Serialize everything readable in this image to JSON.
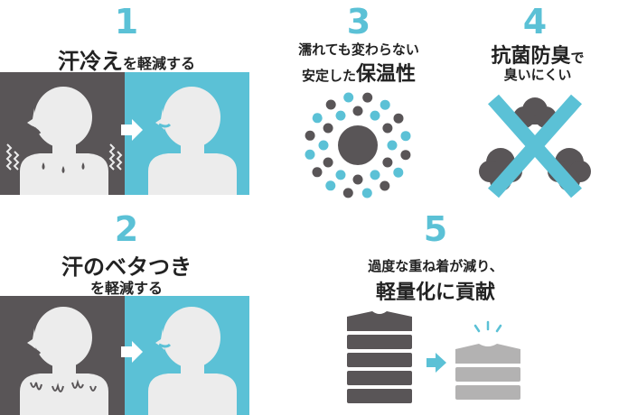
{
  "colors": {
    "teal": "#5bc1d6",
    "dark": "#595557",
    "light_person": "#ececec",
    "gray_cloth": "#b3b2b2"
  },
  "item1": {
    "number": "1",
    "title_main": "汗冷え",
    "title_sub": "を軽減する"
  },
  "item2": {
    "number": "2",
    "title_line1": "汗のベタつき",
    "title_line2": "を軽減する"
  },
  "item3": {
    "number": "3",
    "title_line1": "濡れても変わらない",
    "title_line2_prefix": "安定した",
    "title_line2_main": "保温性"
  },
  "item4": {
    "number": "4",
    "title_main": "抗菌防臭",
    "title_suffix": "で",
    "title_line2": "臭いにくい"
  },
  "item5": {
    "number": "5",
    "title_line1": "過度な重ね着が減り、",
    "title_line2": "軽量化に貢献"
  },
  "icons": [
    "cold-sweat-person-icon",
    "sticky-sweat-person-icon",
    "warmth-circle-icon",
    "anti-odor-cross-icon",
    "stacked-clothes-icon"
  ]
}
